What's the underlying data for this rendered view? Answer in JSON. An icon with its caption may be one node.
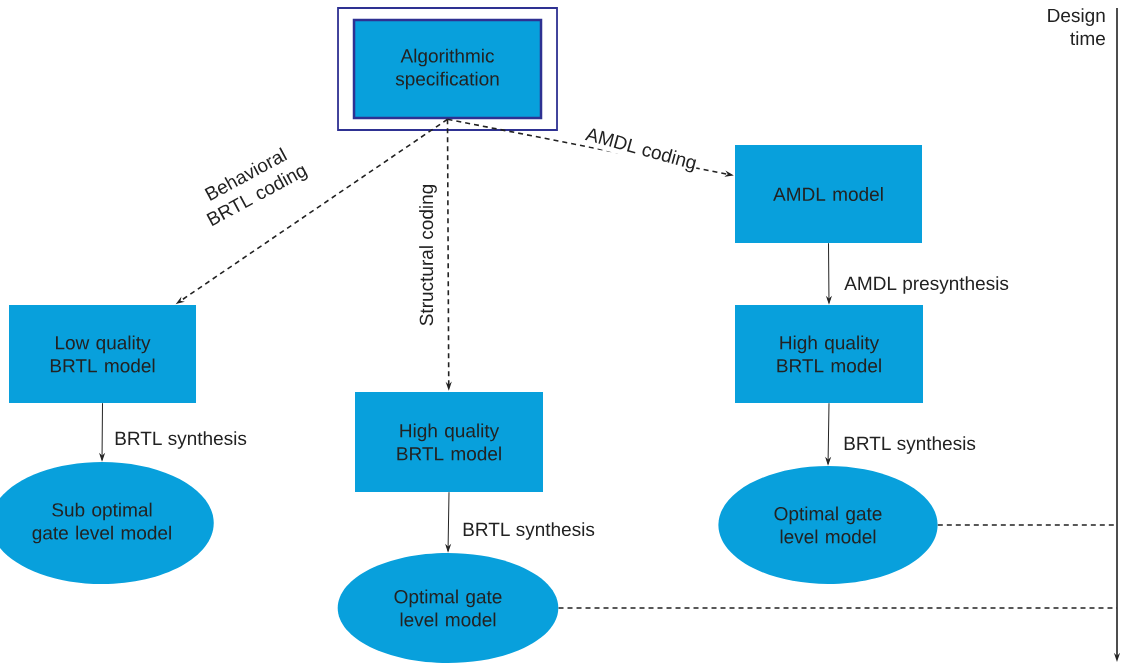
{
  "diagram": {
    "nodes": [
      {
        "text": [
          "Algorithmic specification"
        ]
      },
      {
        "text": [
          "AMDL model"
        ]
      },
      {
        "text": [
          "Low quality BRTL model"
        ]
      },
      {
        "text": [
          "High quality BRTL model"
        ]
      },
      {
        "text": [
          "High quality BRTL model"
        ]
      },
      {
        "text": [
          "Sub optimal gate level model"
        ]
      },
      {
        "text": [
          "Optimal gate level model"
        ]
      },
      {
        "text": [
          "Optimal gate level model"
        ]
      }
    ],
    "edges": [
      {
        "from": 0,
        "to": 2,
        "arrow": "to",
        "style": "dashed",
        "label": "Behavioral BRTL coding"
      },
      {
        "from": 0,
        "to": 3,
        "arrow": "to",
        "style": "dashed",
        "label": "Structural coding"
      },
      {
        "from": 0,
        "to": 1,
        "arrow": "to",
        "style": "dashed",
        "label": "AMDL coding"
      },
      {
        "from": 1,
        "to": 4,
        "arrow": "to",
        "label": "AMDL presynthesis"
      },
      {
        "from": 2,
        "to": 5,
        "arrow": "to",
        "label": "BRTL synthesis"
      },
      {
        "from": 3,
        "to": 7,
        "arrow": "to",
        "label": "BRTL synthesis"
      },
      {
        "from": 4,
        "to": 6,
        "arrow": "to",
        "label": "BRTL synthesis"
      },
      {
        "from": 6,
        "to": null,
        "arrow": "none",
        "style": "dashed"
      },
      {
        "from": 7,
        "to": null,
        "arrow": "none",
        "style": "dashed"
      }
    ],
    "labels": [
      "Design time"
    ]
  }
}
